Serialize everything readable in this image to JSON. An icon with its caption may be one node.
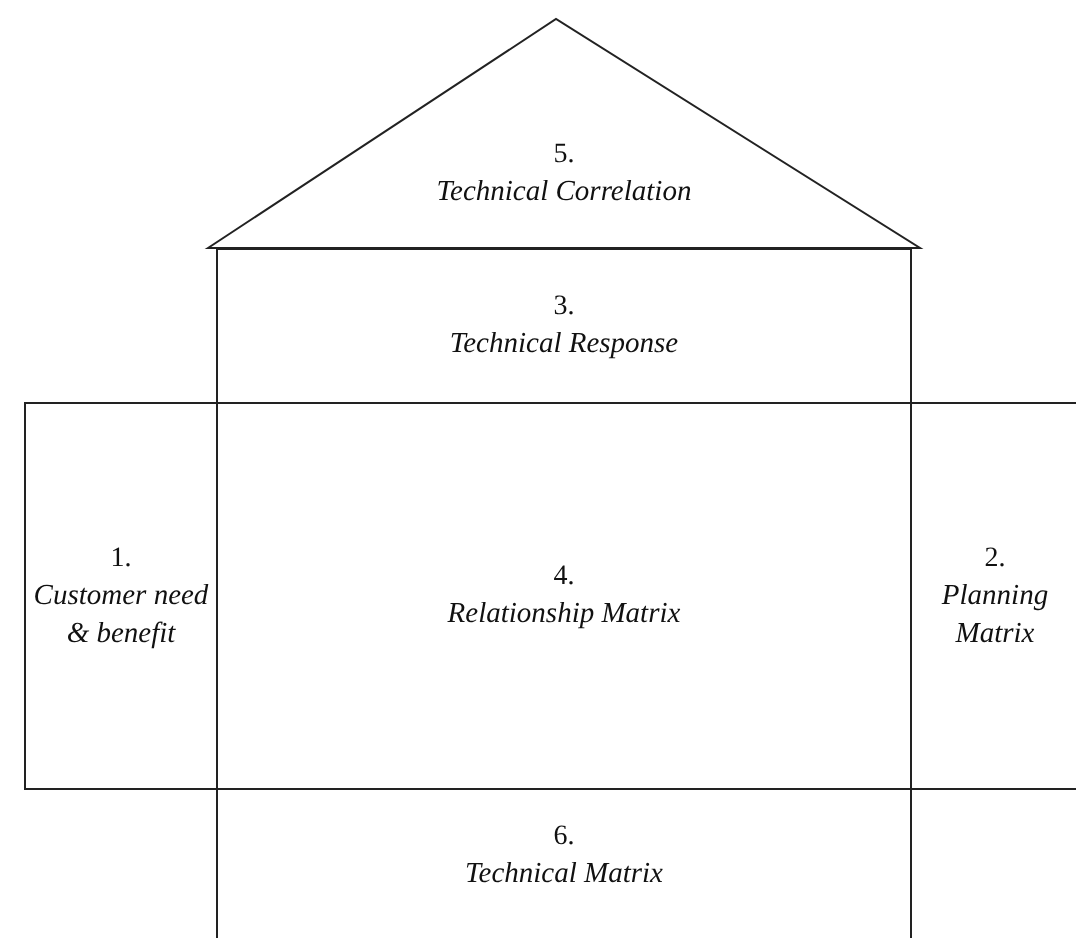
{
  "diagram": {
    "nodes": [
      {
        "text": [
          "5.",
          "Technical Correlation"
        ]
      },
      {
        "text": [
          "3.",
          "Technical Response"
        ]
      },
      {
        "text": [
          "1.",
          "Customer need & benefit"
        ]
      },
      {
        "text": [
          "4.",
          "Relationship Matrix"
        ]
      },
      {
        "text": [
          "2.",
          "Planning Matrix"
        ]
      },
      {
        "text": [
          "6.",
          "Technical Matrix"
        ]
      }
    ]
  }
}
